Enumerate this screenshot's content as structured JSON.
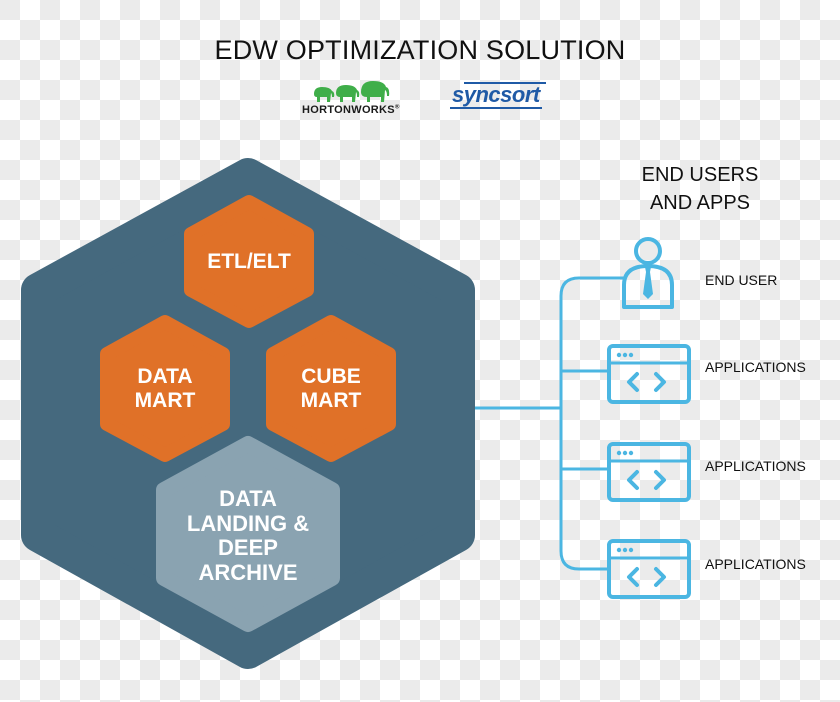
{
  "title": "EDW OPTIMIZATION SOLUTION",
  "logos": {
    "hortonworks": {
      "text": "HORTONWORKS",
      "mark": "®",
      "icon": "elephants-icon",
      "color": "#3fae49"
    },
    "syncsort": {
      "text": "syncsort",
      "color": "#1f5aa6"
    }
  },
  "colors": {
    "outer_hex": "#45697e",
    "orange_hex": "#e07128",
    "gray_hex": "#8aa3b1",
    "connector": "#4bb6e2",
    "label_text": "#ffffff"
  },
  "core": {
    "hexagons": [
      {
        "id": "etl",
        "lines": [
          "ETL/ELT"
        ],
        "kind": "orange"
      },
      {
        "id": "data-mart",
        "lines": [
          "DATA",
          "MART"
        ],
        "kind": "orange"
      },
      {
        "id": "cube-mart",
        "lines": [
          "CUBE",
          "MART"
        ],
        "kind": "orange"
      },
      {
        "id": "data-landing",
        "lines": [
          "DATA",
          "LANDING &",
          "DEEP",
          "ARCHIVE"
        ],
        "kind": "gray"
      }
    ]
  },
  "end_users": {
    "heading_lines": [
      "END USERS",
      "AND APPS"
    ],
    "items": [
      {
        "label": "END USER",
        "icon": "user-icon"
      },
      {
        "label": "APPLICATIONS",
        "icon": "code-window-icon"
      },
      {
        "label": "APPLICATIONS",
        "icon": "code-window-icon"
      },
      {
        "label": "APPLICATIONS",
        "icon": "code-window-icon"
      }
    ]
  }
}
